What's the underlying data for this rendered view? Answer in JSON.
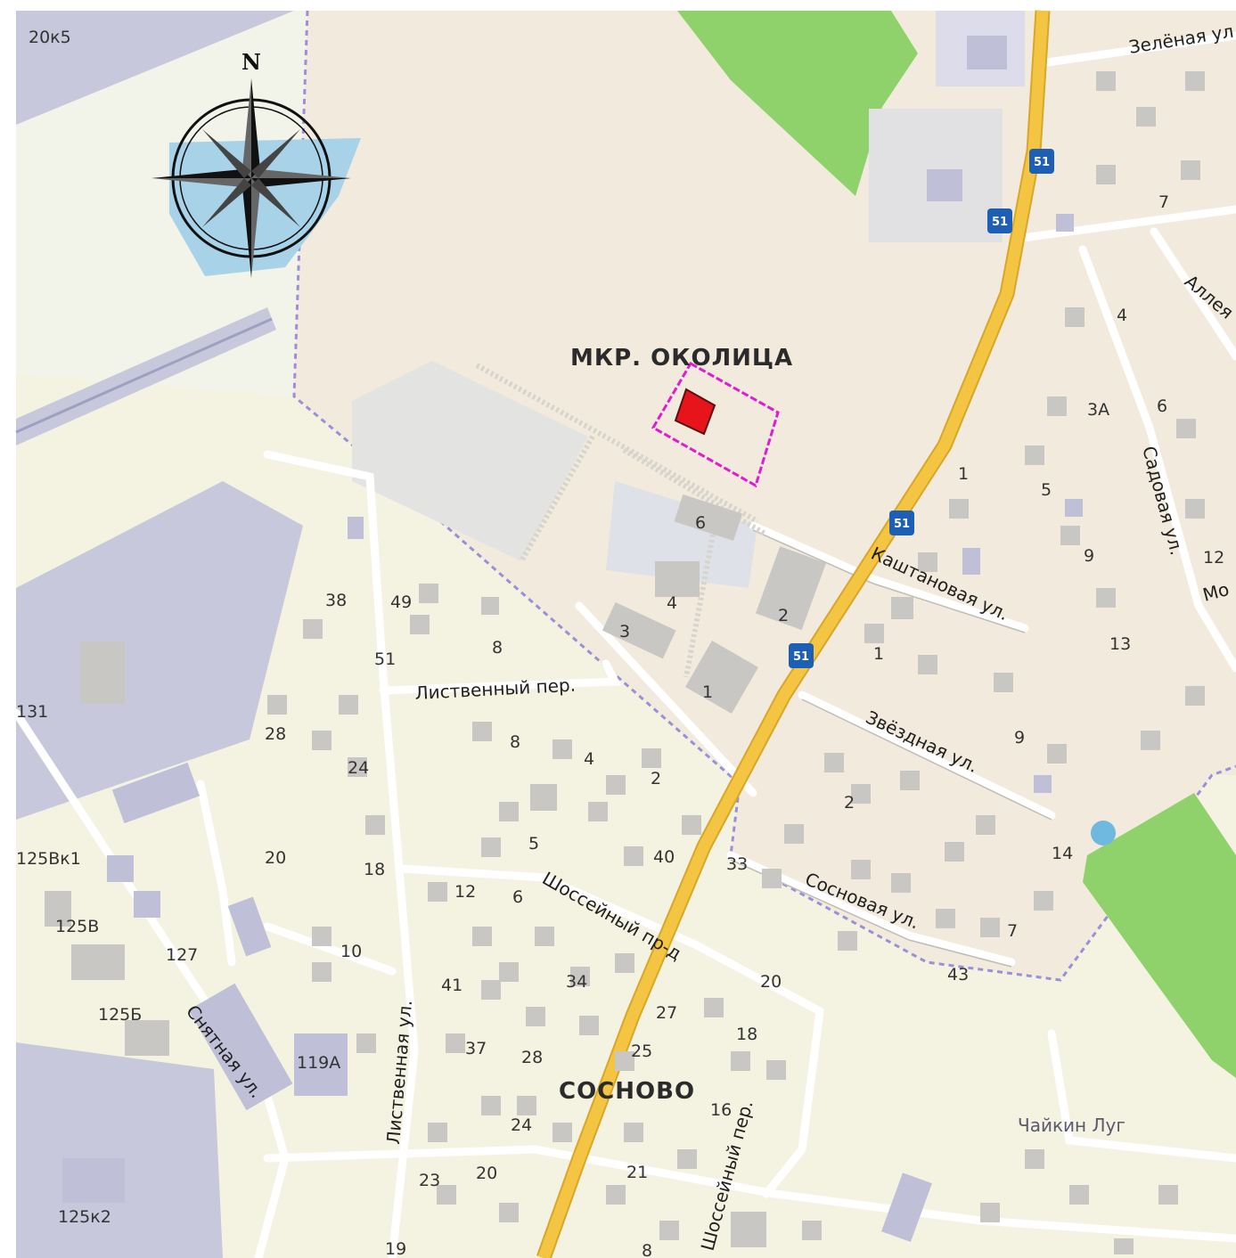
{
  "map": {
    "colors": {
      "background_residential": "#f4f3e2",
      "microdistrict_area": "#f2ebdd",
      "park": "#8fd16a",
      "water": "#a8d2e8",
      "industrial": "#c7c8dc",
      "road_major": "#f4c542",
      "road_minor": "#ffffff",
      "boundary": "#9a8fd8",
      "target_outline": "#e21bd0",
      "target_fill": "#e8141b"
    },
    "compass": {
      "north_label": "N"
    },
    "districts": {
      "okolitsa": "МКР. ОКОЛИЦА",
      "sosnovo": "СОСНОВО",
      "chaykin_lug": "Чайкин Луг"
    },
    "streets": {
      "zelenaya": "Зелёная ул.",
      "alleya": "Аллея",
      "sadovaya": "Садовая ул.",
      "mo": "Мо",
      "kashtanovaya": "Каштановая ул.",
      "zvezdnaya": "Звёздная ул.",
      "sosnovaya": "Сосновая ул.",
      "listvenny_per": "Лиственный пер.",
      "shosseyny_prd": "Шоссейный пр-д",
      "shosseyny_per": "Шоссейный пер.",
      "listvennaya": "Лиственная ул.",
      "snyatnaya": "Снятная ул."
    },
    "bus_stop_label": "51",
    "house_numbers": [
      "20к5",
      "7",
      "4",
      "3А",
      "6",
      "1",
      "5",
      "9",
      "12",
      "13",
      "6",
      "4",
      "2",
      "3",
      "1",
      "1",
      "9",
      "2",
      "14",
      "7",
      "43",
      "33",
      "40",
      "38",
      "49",
      "51",
      "8",
      "131",
      "28",
      "24",
      "8",
      "4",
      "2",
      "5",
      "20",
      "18",
      "12",
      "6",
      "125Вк1",
      "125В",
      "127",
      "10",
      "41",
      "34",
      "20",
      "27",
      "18",
      "125Б",
      "37",
      "28",
      "25",
      "119А",
      "16",
      "24",
      "21",
      "20",
      "23",
      "125к2",
      "19",
      "8"
    ]
  }
}
